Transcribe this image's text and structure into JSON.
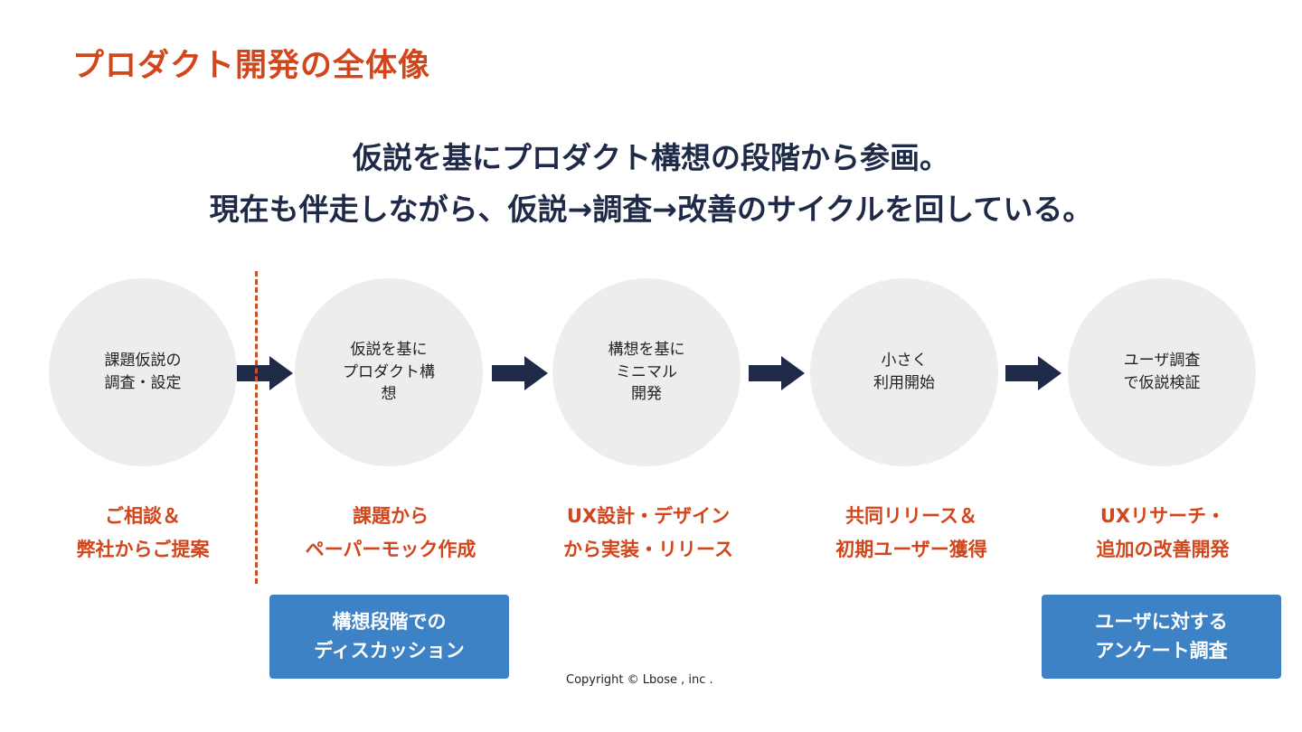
{
  "title": "プロダクト開発の全体像",
  "headline": {
    "line1": "仮説を基にプロダクト構想の段階から参画。",
    "line2": "現在も伴走しながら、仮説→調査→改善のサイクルを回している。"
  },
  "steps": [
    {
      "circle": "課題仮説の\n調査・設定",
      "label": "ご相談＆\n弊社からご提案"
    },
    {
      "circle": "仮説を基に\nプロダクト構\n想",
      "label": "課題から\nペーパーモック作成"
    },
    {
      "circle": "構想を基に\nミニマル\n開発",
      "label": "UX設計・デザイン\nから実装・リリース"
    },
    {
      "circle": "小さく\n利用開始",
      "label": "共同リリース＆\n初期ユーザー獲得"
    },
    {
      "circle": "ユーザ調査\nで仮説検証",
      "label": "UXリサーチ・\n追加の改善開発"
    }
  ],
  "boxes": [
    {
      "text": "構想段階での\nディスカッション"
    },
    {
      "text": "ユーザに対する\nアンケート調査"
    }
  ],
  "copyright": "Copyright © Lbose , inc .",
  "colors": {
    "accent": "#d2461c",
    "navy": "#1e2a48",
    "box": "#3e82c6",
    "circle": "#ededed"
  }
}
